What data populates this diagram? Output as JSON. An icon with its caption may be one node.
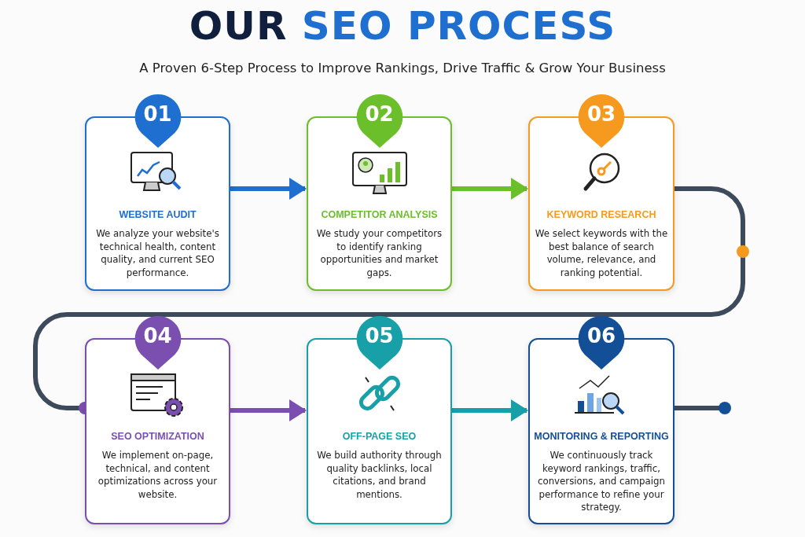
{
  "diagram": {
    "title": "OUR SEO PROCESS",
    "nodes": [
      {
        "text": [
          "01",
          "WEBSITE AUDIT",
          "We analyze your website's technical health, content quality, and current SEO performance."
        ]
      },
      {
        "text": [
          "02",
          "COMPETITOR ANALYSIS",
          "We study your competitors to identify ranking opportunities and market gaps."
        ]
      },
      {
        "text": [
          "03",
          "KEYWORD RESEARCH",
          "We select keywords with the best balance of search volume, relevance, and ranking potential."
        ]
      },
      {
        "text": [
          "04",
          "SEO OPTIMIZATION",
          "We implement on-page, technical, and content optimizations across your website."
        ]
      },
      {
        "text": [
          "05",
          "OFF-PAGE SEO",
          "We build authority through quality backlinks, local citations, and brand mentions."
        ]
      },
      {
        "text": [
          "06",
          "MONITORING & REPORTING",
          "We continuously track keyword rankings, traffic, conversions, and campaign performance to refine your strategy."
        ]
      }
    ],
    "edges": [
      {
        "from": 0,
        "to": 1,
        "arrow": "to",
        "color": "#1e6fd0"
      },
      {
        "from": 1,
        "to": 2,
        "arrow": "to",
        "color": "#6bbf2a"
      },
      {
        "from": 2,
        "to": 3,
        "arrow": "other",
        "color": "#3d4a5c"
      },
      {
        "from": 3,
        "to": 4,
        "arrow": "to",
        "color": "#7b4fb0"
      },
      {
        "from": 4,
        "to": 5,
        "arrow": "to",
        "color": "#17a0a8"
      },
      {
        "from": 5,
        "to": null,
        "arrow": "other",
        "color": "#3d4a5c"
      }
    ],
    "labels": [
      "A Proven 6-Step Process to Improve Rankings, Drive Traffic & Grow Your Business"
    ]
  }
}
